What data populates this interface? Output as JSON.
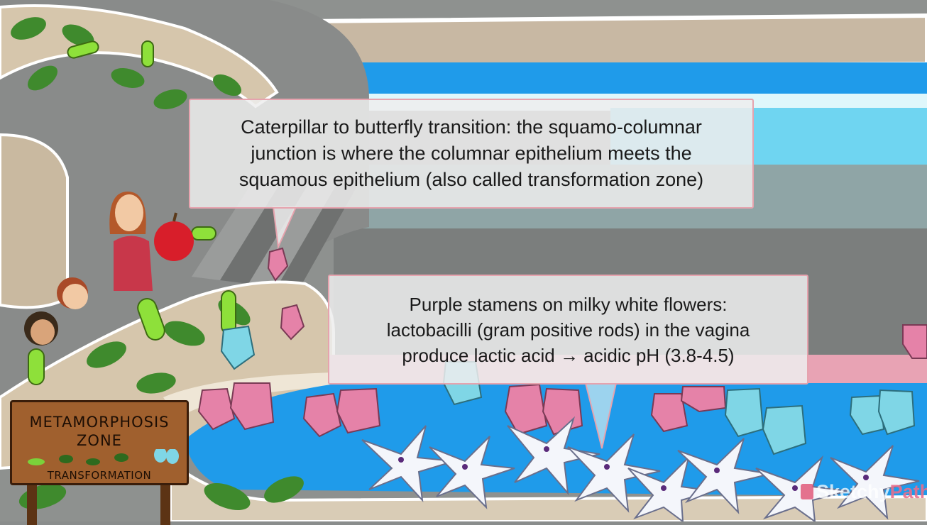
{
  "callouts": {
    "top": {
      "lines": [
        "Caterpillar to butterfly transition: the squamo-columnar",
        "junction is where the columnar epithelium meets the",
        "squamous epithelium (also called transformation zone)"
      ]
    },
    "bottom": {
      "lines": [
        "Purple stamens on milky white flowers:",
        "lactobacilli (gram positive rods) in the vagina",
        "produce lactic acid → acidic pH (3.8-4.5)"
      ]
    }
  },
  "sign": {
    "line1": "METAMORPHOSIS",
    "line2": "ZONE",
    "line3": "TRANSFORMATION"
  },
  "logo": {
    "part1": "Sketchy",
    "part2": "Path"
  },
  "colors": {
    "pool_blue": "#1f9bea",
    "pool_light": "#6fd5f1",
    "callout_border": "#e6a3ae",
    "sign_wood": "#a0602e",
    "brand_pink": "#e05b7a"
  }
}
